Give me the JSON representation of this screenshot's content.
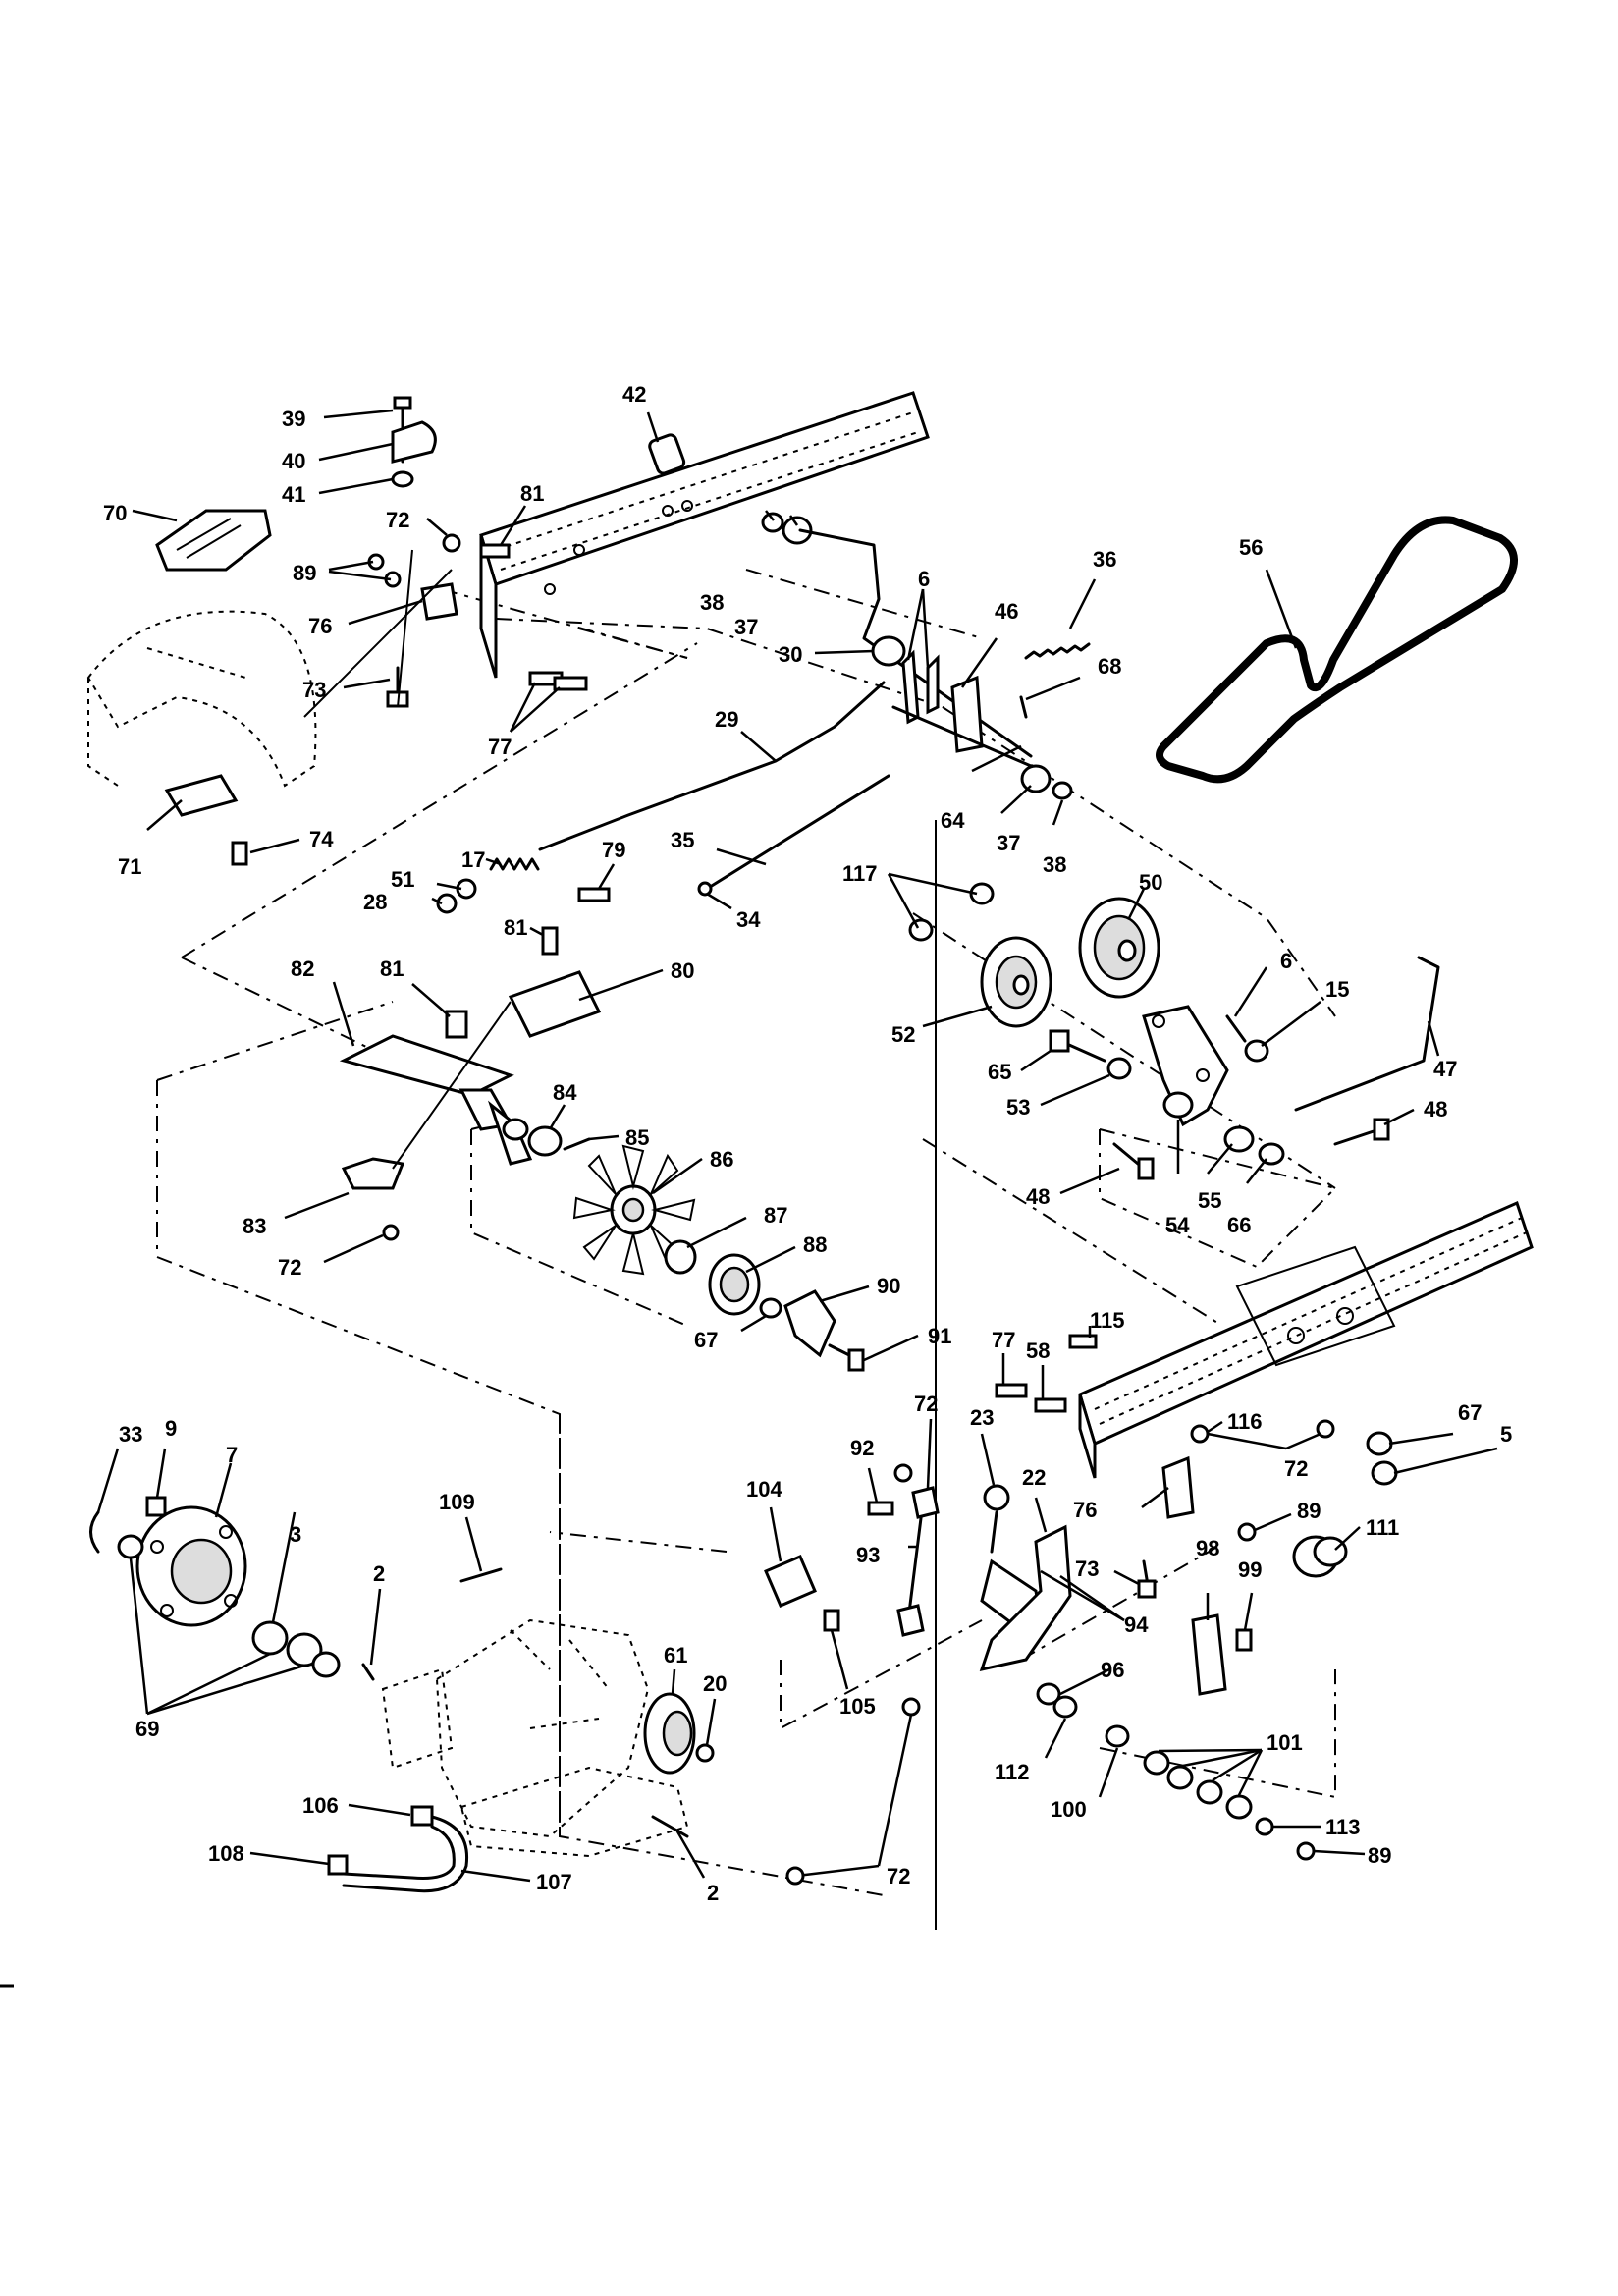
{
  "callouts": [
    {
      "id": "c39",
      "label": "39"
    },
    {
      "id": "c40",
      "label": "40"
    },
    {
      "id": "c41",
      "label": "41"
    },
    {
      "id": "c42",
      "label": "42"
    },
    {
      "id": "c70",
      "label": "70"
    },
    {
      "id": "c72a",
      "label": "72"
    },
    {
      "id": "c81a",
      "label": "81"
    },
    {
      "id": "c89a",
      "label": "89"
    },
    {
      "id": "c76a",
      "label": "76"
    },
    {
      "id": "c73a",
      "label": "73"
    },
    {
      "id": "c77a",
      "label": "77"
    },
    {
      "id": "c71",
      "label": "71"
    },
    {
      "id": "c74",
      "label": "74"
    },
    {
      "id": "c38a",
      "label": "38"
    },
    {
      "id": "c37a",
      "label": "37"
    },
    {
      "id": "c6a",
      "label": "6"
    },
    {
      "id": "c36",
      "label": "36"
    },
    {
      "id": "c30",
      "label": "30"
    },
    {
      "id": "c46",
      "label": "46"
    },
    {
      "id": "c68",
      "label": "68"
    },
    {
      "id": "c56",
      "label": "56"
    },
    {
      "id": "c29",
      "label": "29"
    },
    {
      "id": "c64",
      "label": "64"
    },
    {
      "id": "c37b",
      "label": "37"
    },
    {
      "id": "c38b",
      "label": "38"
    },
    {
      "id": "c17",
      "label": "17"
    },
    {
      "id": "c51",
      "label": "51"
    },
    {
      "id": "c28",
      "label": "28"
    },
    {
      "id": "c79",
      "label": "79"
    },
    {
      "id": "c35",
      "label": "35"
    },
    {
      "id": "c34",
      "label": "34"
    },
    {
      "id": "c117",
      "label": "117"
    },
    {
      "id": "c50",
      "label": "50"
    },
    {
      "id": "c81b",
      "label": "81"
    },
    {
      "id": "c80",
      "label": "80"
    },
    {
      "id": "c82",
      "label": "82"
    },
    {
      "id": "c81c",
      "label": "81"
    },
    {
      "id": "c6b",
      "label": "6"
    },
    {
      "id": "c15",
      "label": "15"
    },
    {
      "id": "c52",
      "label": "52"
    },
    {
      "id": "c65",
      "label": "65"
    },
    {
      "id": "c47",
      "label": "47"
    },
    {
      "id": "c53",
      "label": "53"
    },
    {
      "id": "c48a",
      "label": "48"
    },
    {
      "id": "c84",
      "label": "84"
    },
    {
      "id": "c85",
      "label": "85"
    },
    {
      "id": "c86",
      "label": "86"
    },
    {
      "id": "c48b",
      "label": "48"
    },
    {
      "id": "c55",
      "label": "55"
    },
    {
      "id": "c66",
      "label": "66"
    },
    {
      "id": "c54",
      "label": "54"
    },
    {
      "id": "c83",
      "label": "83"
    },
    {
      "id": "c87",
      "label": "87"
    },
    {
      "id": "c72b",
      "label": "72"
    },
    {
      "id": "c88",
      "label": "88"
    },
    {
      "id": "c90",
      "label": "90"
    },
    {
      "id": "c67a",
      "label": "67"
    },
    {
      "id": "c91",
      "label": "91"
    },
    {
      "id": "c115",
      "label": "115"
    },
    {
      "id": "c77b",
      "label": "77"
    },
    {
      "id": "c58",
      "label": "58"
    },
    {
      "id": "c72c",
      "label": "72"
    },
    {
      "id": "c116",
      "label": "116"
    },
    {
      "id": "c67b",
      "label": "67"
    },
    {
      "id": "c5",
      "label": "5"
    },
    {
      "id": "c33",
      "label": "33"
    },
    {
      "id": "c9",
      "label": "9"
    },
    {
      "id": "c7",
      "label": "7"
    },
    {
      "id": "c109",
      "label": "109"
    },
    {
      "id": "c23",
      "label": "23"
    },
    {
      "id": "c92",
      "label": "92"
    },
    {
      "id": "c72d",
      "label": "72"
    },
    {
      "id": "c104",
      "label": "104"
    },
    {
      "id": "c22",
      "label": "22"
    },
    {
      "id": "c76b",
      "label": "76"
    },
    {
      "id": "c89b",
      "label": "89"
    },
    {
      "id": "c3",
      "label": "3"
    },
    {
      "id": "c111",
      "label": "111"
    },
    {
      "id": "c93",
      "label": "93"
    },
    {
      "id": "c73b",
      "label": "73"
    },
    {
      "id": "c98",
      "label": "98"
    },
    {
      "id": "c99",
      "label": "99"
    },
    {
      "id": "c2a",
      "label": "2"
    },
    {
      "id": "c94",
      "label": "94"
    },
    {
      "id": "c61",
      "label": "61"
    },
    {
      "id": "c20",
      "label": "20"
    },
    {
      "id": "c105",
      "label": "105"
    },
    {
      "id": "c96",
      "label": "96"
    },
    {
      "id": "c69",
      "label": "69"
    },
    {
      "id": "c101",
      "label": "101"
    },
    {
      "id": "c112",
      "label": "112"
    },
    {
      "id": "c100",
      "label": "100"
    },
    {
      "id": "c106",
      "label": "106"
    },
    {
      "id": "c113",
      "label": "113"
    },
    {
      "id": "c108",
      "label": "108"
    },
    {
      "id": "c107",
      "label": "107"
    },
    {
      "id": "c89c",
      "label": "89"
    },
    {
      "id": "c2b",
      "label": "2"
    },
    {
      "id": "c72e",
      "label": "72"
    }
  ]
}
